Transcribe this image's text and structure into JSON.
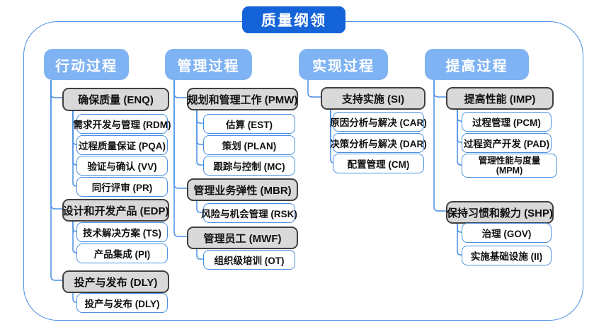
{
  "title": "质量纲领",
  "palette": {
    "title_bg": "#1463d8",
    "header_bg": "#7fb3f3",
    "line": "#4a90e2",
    "group_fill": "#d9d9d9",
    "group_border": "#404040",
    "leaf_border": "#4a90e2"
  },
  "columns": [
    {
      "header": "行动过程",
      "groups": [
        {
          "label": "确保质量 (ENQ)",
          "children": [
            "需求开发与管理 (RDM)",
            "过程质量保证 (PQA)",
            "验证与确认 (VV)",
            "同行评审 (PR)"
          ]
        },
        {
          "label": "设计和开发产品 (EDP)",
          "children": [
            "技术解决方案 (TS)",
            "产品集成 (PI)"
          ]
        },
        {
          "label": "投产与发布 (DLY)",
          "children": [
            "投产与发布 (DLY)"
          ]
        }
      ]
    },
    {
      "header": "管理过程",
      "groups": [
        {
          "label": "规划和管理工作 (PMW)",
          "children": [
            "估算 (EST)",
            "策划 (PLAN)",
            "跟踪与控制 (MC)"
          ]
        },
        {
          "label": "管理业务弹性 (MBR)",
          "children": [
            "风险与机会管理 (RSK)"
          ]
        },
        {
          "label": "管理员工 (MWF)",
          "children": [
            "组织级培训 (OT)"
          ]
        }
      ]
    },
    {
      "header": "实现过程",
      "groups": [
        {
          "label": "支持实施 (SI)",
          "children": [
            "原因分析与解决 (CAR)",
            "决策分析与解决 (DAR)",
            "配置管理 (CM)"
          ]
        }
      ]
    },
    {
      "header": "提高过程",
      "groups": [
        {
          "label": "提高性能 (IMP)",
          "children": [
            "过程管理 (PCM)",
            "过程资产开发 (PAD)",
            "管理性能与度量 (MPM)"
          ]
        },
        {
          "label": "保持习惯和毅力 (SHP)",
          "children": [
            "治理 (GOV)",
            "实施基础设施 (II)"
          ]
        }
      ]
    }
  ]
}
